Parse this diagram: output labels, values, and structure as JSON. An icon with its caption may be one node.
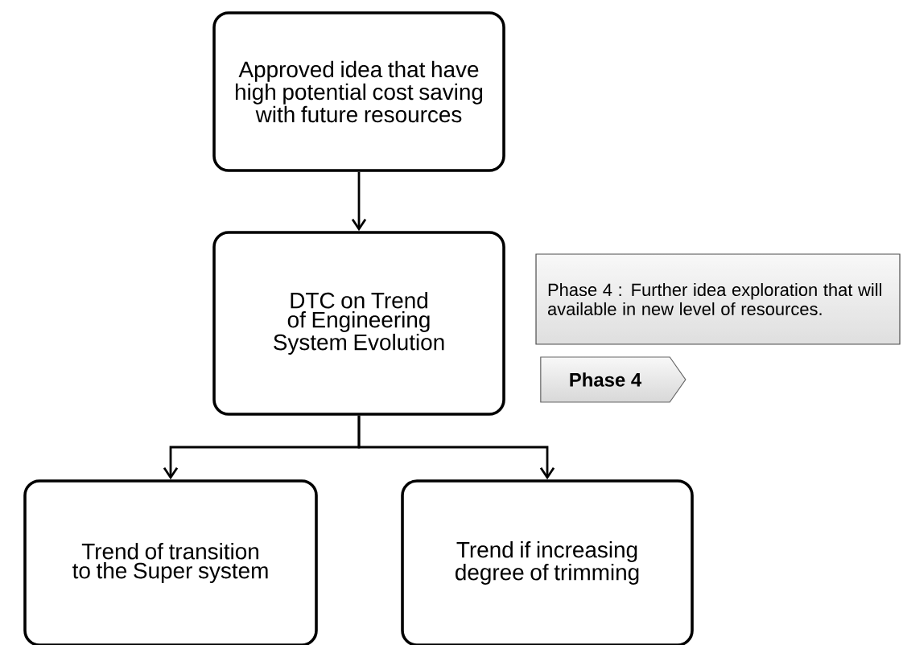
{
  "diagram": {
    "nodes": [
      {
        "text": [
          "Approved idea that have high potential cost saving with future resources"
        ]
      },
      {
        "text": [
          "DTC on Trend of Engineering System Evolution"
        ]
      },
      {
        "text": [
          "Phase 4 : Further idea exploration that will available in new level of resources."
        ]
      },
      {
        "text": [
          "Phase 4"
        ]
      },
      {
        "text": [
          "Trend of transition to the Super system"
        ]
      },
      {
        "text": [
          "Trend if increasing degree of trimming"
        ]
      }
    ],
    "edges": [
      {
        "from": 0,
        "to": 1,
        "arrow": "to"
      },
      {
        "from": 1,
        "to": 4,
        "arrow": "to"
      },
      {
        "from": 1,
        "to": 5,
        "arrow": "to"
      }
    ]
  }
}
